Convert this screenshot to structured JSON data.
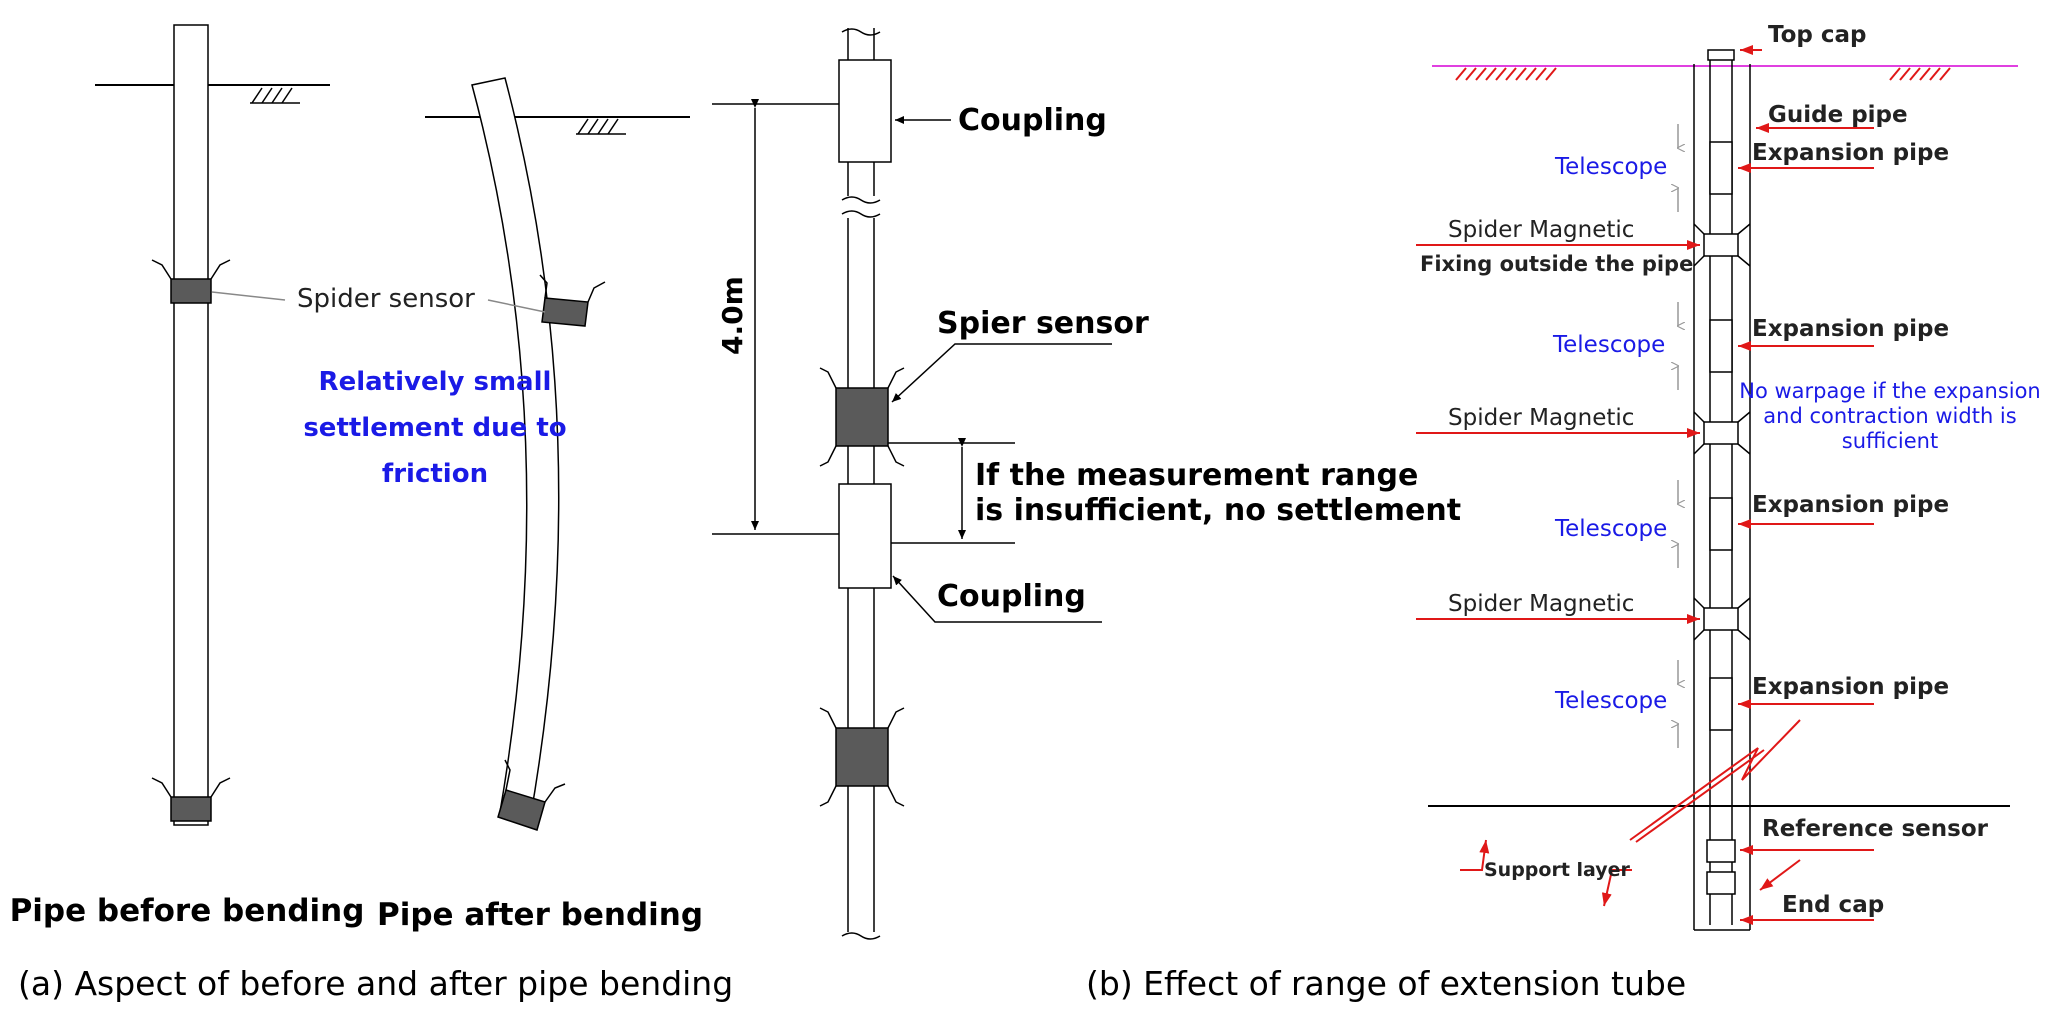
{
  "panel_a": {
    "spider_sensor_label": "Spider sensor",
    "friction_note": [
      "Relatively small",
      "settlement due to",
      "friction"
    ],
    "pipe_before_label": "Pipe before bending",
    "pipe_after_label": "Pipe after bending",
    "coupling_top_label": "Coupling",
    "coupling_bottom_label": "Coupling",
    "spier_sensor_label": "Spier sensor",
    "dimension_label": "4.0m",
    "range_note": [
      "If the measurement range",
      "is insufficient, no settlement"
    ],
    "caption": "(a) Aspect of before and after pipe bending"
  },
  "panel_b": {
    "top_cap": "Top cap",
    "guide_pipe": "Guide pipe",
    "expansion_pipe_1": "Expansion pipe",
    "telescope_1": "Telescope",
    "spider_magnetic_1": "Spider Magnetic",
    "fixing_note": "Fixing outside the pipe",
    "expansion_pipe_2": "Expansion pipe",
    "telescope_2": "Telescope",
    "no_warpage_note": [
      "No warpage if the expansion",
      "and contraction width is",
      "sufficient"
    ],
    "spider_magnetic_2": "Spider Magnetic",
    "expansion_pipe_3": "Expansion pipe",
    "telescope_3": "Telescope",
    "spider_magnetic_3": "Spider Magnetic",
    "expansion_pipe_4": "Expansion pipe",
    "telescope_4": "Telescope",
    "reference_sensor": "Reference sensor",
    "support_layer": "Support layer",
    "end_cap": "End cap",
    "caption": "(b) Effect of range of extension tube"
  },
  "colors": {
    "label_blue": "#1a1ae6",
    "leader_red": "#e01818",
    "ground_magenta": "#e040e0",
    "sensor_gray": "#5a5a5a"
  }
}
